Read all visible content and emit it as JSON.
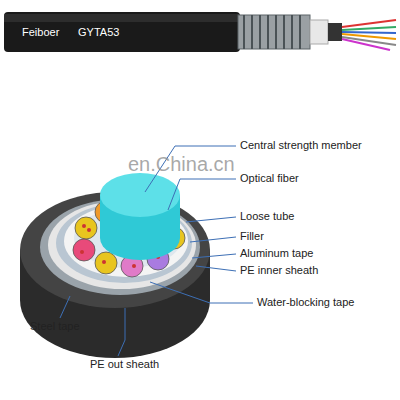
{
  "diagram": {
    "labels": [
      "Feiboer",
      "GYTA53",
      "Central strength member",
      "Optical fiber",
      "Loose tube",
      "Filler",
      "Aluminum tape",
      "PE inner sheath",
      "Water-blocking tape",
      "Steel tape",
      "PE out sheath",
      "en.China.cn"
    ]
  }
}
